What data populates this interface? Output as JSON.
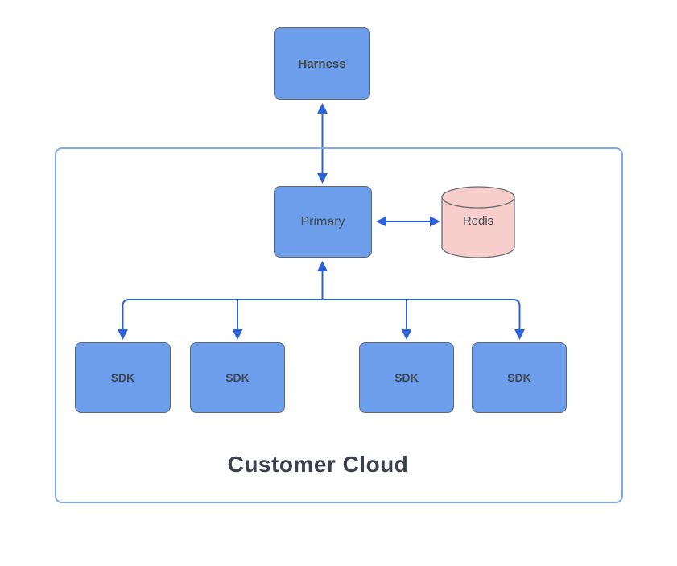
{
  "diagram": {
    "container": {
      "label": "Customer Cloud"
    },
    "nodes": {
      "harness": {
        "label": "Harness",
        "shape": "rounded-rect"
      },
      "primary": {
        "label": "Primary",
        "shape": "rounded-rect"
      },
      "redis": {
        "label": "Redis",
        "shape": "cylinder"
      },
      "sdk_labels": [
        "SDK",
        "SDK",
        "SDK",
        "SDK"
      ]
    },
    "edges": [
      {
        "from": "harness",
        "to": "primary",
        "direction": "bidirectional"
      },
      {
        "from": "primary",
        "to": "redis",
        "direction": "bidirectional"
      },
      {
        "from": "primary",
        "to": "sdk-1",
        "direction": "to-sdk"
      },
      {
        "from": "primary",
        "to": "sdk-2",
        "direction": "to-sdk"
      },
      {
        "from": "primary",
        "to": "sdk-3",
        "direction": "to-sdk"
      },
      {
        "from": "primary",
        "to": "sdk-4",
        "direction": "to-sdk"
      }
    ],
    "colors": {
      "node_fill": "#6d9eeb",
      "node_border": "#5f666e",
      "node_text": "#41484f",
      "redis_fill": "#f8cecc",
      "redis_border": "#666b6e",
      "arrow_color": "#2b62d9",
      "container_border": "#7ea7f1",
      "title_text": "#394050"
    }
  }
}
